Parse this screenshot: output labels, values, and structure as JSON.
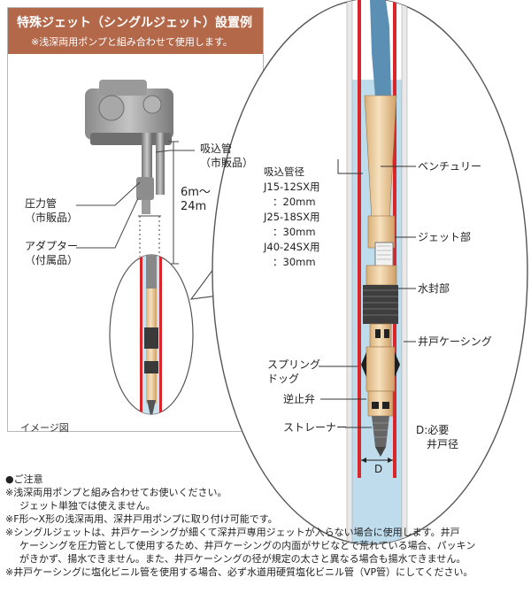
{
  "header": {
    "title": "特殊ジェット（シングルジェット）設置例",
    "subtitle": "※浅深両用ポンプと組み合わせて使用します。"
  },
  "left_labels": {
    "suction_pipe": [
      "吸込管",
      "（市販品）"
    ],
    "pressure_pipe": [
      "圧力管",
      "（市販品）"
    ],
    "adapter": [
      "アダプター",
      "（付属品）"
    ],
    "depth": [
      "6m～",
      "24m"
    ],
    "image_caption": "イメージ図"
  },
  "right_labels": {
    "suction_diameter": [
      "吸込管径",
      "J15-12SX用",
      "：20mm",
      "J25-18SX用",
      "：30mm",
      "J40-24SX用",
      "：30mm"
    ],
    "venturi": "ベンチュリー",
    "jet_part": "ジェット部",
    "water_seal": "水封部",
    "well_casing": "井戸ケーシング",
    "spring_dog": [
      "スプリング",
      "ドッグ"
    ],
    "check_valve": "逆止弁",
    "strainer": "ストレーナー",
    "required_diameter": [
      "D:必要",
      "井戸径"
    ],
    "d_marker": "D"
  },
  "notes": {
    "heading": "●ご注意",
    "lines": [
      "※浅深両用ポンプと組み合わせてお使いください。",
      "ジェット単独では使えません。",
      "※F形～X形の浅深両用、深井戸用ポンプに取り付け可能です。",
      "※シングルジェットは、井戸ケーシングが細くて深井戸専用ジェットが入らない場合に使用します。井戸",
      "ケーシングを圧力管として使用するため、井戸ケーシングの内面がサビなどで荒れている場合、パッキン",
      "がきかず、揚水できません。また、井戸ケーシングの径が規定の太さと異なる場合も揚水できません。",
      "※井戸ケーシングに塩化ビニル管を使用する場合、必ず水道用硬質塩化ビニル管（VP管）にしてください。"
    ]
  },
  "colors": {
    "header_bg": "#b4684a",
    "casing_red": "#d8262b",
    "water_blue": "#bfdcec",
    "jet_body": "#efd2a8"
  }
}
